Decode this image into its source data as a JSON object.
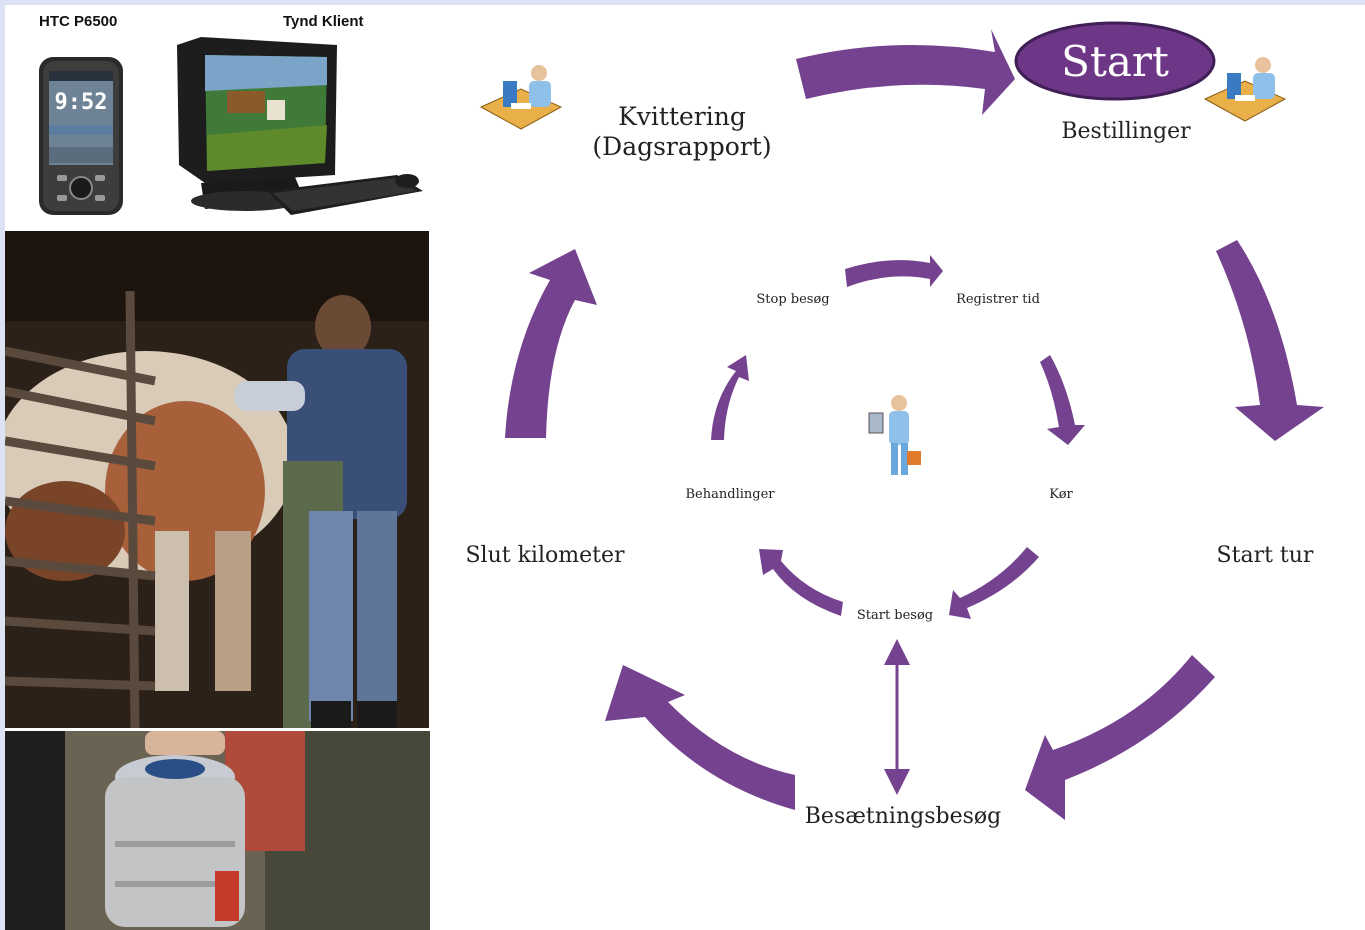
{
  "devices": {
    "phone_label": "HTC P6500",
    "phone_clock": "9:52",
    "client_label": "Tynd Klient"
  },
  "outer_cycle": {
    "start": "Start",
    "bestillinger": "Bestillinger",
    "start_tur": "Start tur",
    "besaetningsbesog": "Besætningsbesøg",
    "slut_kilometer": "Slut kilometer",
    "kvittering_line1": "Kvittering",
    "kvittering_line2": "(Dagsrapport)"
  },
  "inner_cycle": {
    "stop_besog": "Stop besøg",
    "registrer_tid": "Registrer tid",
    "kor": "Kør",
    "start_besog": "Start besøg",
    "behandlinger": "Behandlinger"
  },
  "colors": {
    "arrow": "#74428f",
    "start_fill": "#6e3687",
    "start_stroke": "#3f1f55",
    "frame": "#dde3f2"
  },
  "icons": [
    "desk-worker-icon",
    "desk-worker-icon",
    "field-worker-icon",
    "phone-icon",
    "computer-icon",
    "keyboard-icon",
    "cow-photo",
    "milk-can-photo"
  ]
}
